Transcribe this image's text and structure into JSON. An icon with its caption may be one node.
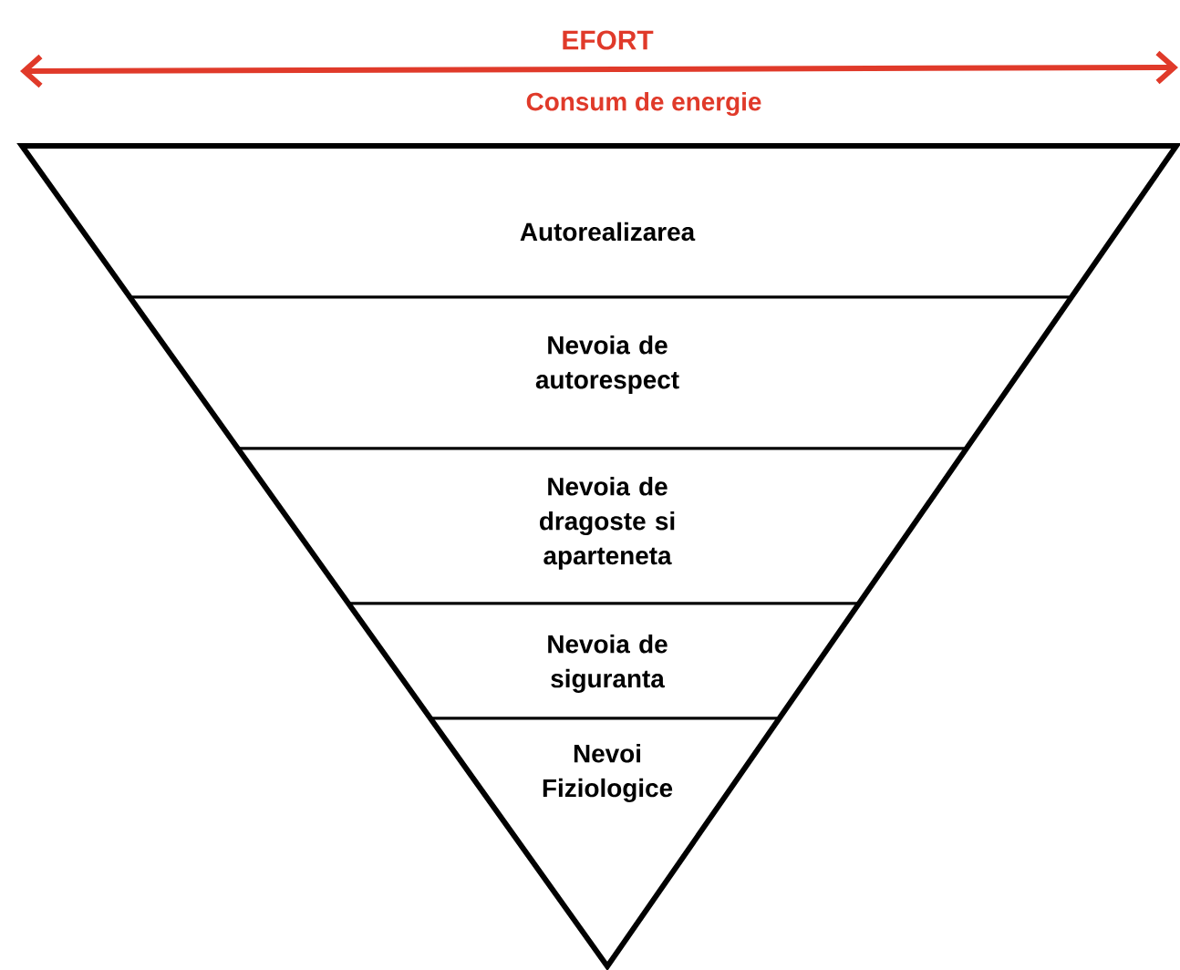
{
  "diagram": {
    "nodes": [
      {
        "text": [
          "Autorealizarea"
        ]
      },
      {
        "text": [
          "Nevoia de autorespect"
        ]
      },
      {
        "text": [
          "Nevoia de dragoste si aparteneta"
        ]
      },
      {
        "text": [
          "Nevoia de siguranta"
        ]
      },
      {
        "text": [
          "Nevoi Fiziologice"
        ]
      }
    ],
    "labels": [
      "EFORT",
      "Consum de energie"
    ]
  }
}
